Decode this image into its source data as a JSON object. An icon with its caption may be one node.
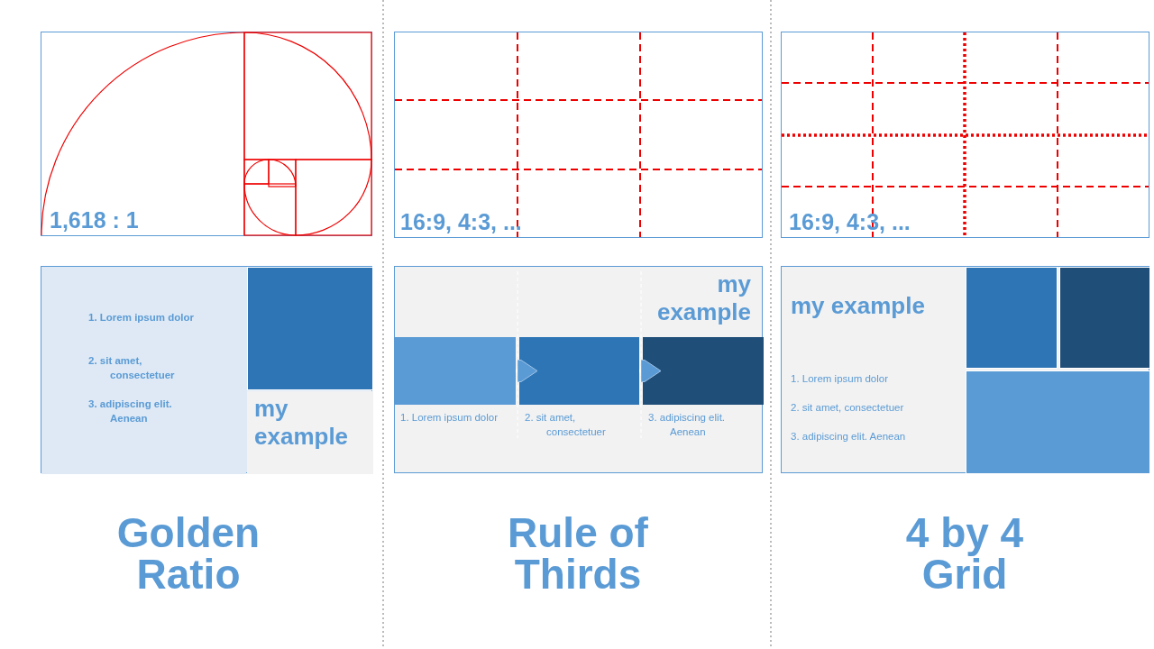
{
  "diagram": {
    "nodes": [
      {
        "text": [
          "1,618 : 1"
        ]
      },
      {
        "text": [],
        "shape": "box"
      },
      {
        "text": [
          "1. Lorem ipsum dolor",
          "2. sit amet, consectetuer",
          "3. adipiscing elit. Aenean"
        ],
        "in": 1
      },
      {
        "text": [],
        "shape": "box",
        "in": 1
      },
      {
        "text": [
          "my example"
        ],
        "in": 1
      },
      {
        "text": [
          "16:9, 4:3, ..."
        ]
      },
      {
        "text": [
          "my example"
        ]
      },
      {
        "text": [],
        "shape": "bar",
        "in": 6,
        "beside": [
          "1. Lorem ipsum dolor"
        ]
      },
      {
        "text": [],
        "shape": "bar",
        "in": 6,
        "beside": [
          "2. sit amet, consectetuer"
        ]
      },
      {
        "text": [],
        "shape": "bar",
        "in": 6,
        "beside": [
          "3. adipiscing elit. Aenean"
        ]
      },
      {
        "text": [
          "16:9, 4:3, ..."
        ]
      },
      {
        "text": [
          "my example",
          "1. Lorem ipsum dolor",
          "2. sit amet, consectetuer",
          "3. adipiscing elit. Aenean"
        ]
      },
      {
        "text": [],
        "shape": "box",
        "in": 11
      },
      {
        "text": [],
        "shape": "box",
        "in": 11
      },
      {
        "text": [],
        "shape": "box",
        "in": 11
      }
    ],
    "edges": [
      {
        "from": 7,
        "to": 8,
        "arrow": "to"
      },
      {
        "from": 8,
        "to": 9,
        "arrow": "to"
      }
    ],
    "labels": [
      "Golden Ratio",
      "Rule of Thirds",
      "4 by 4 Grid"
    ]
  }
}
